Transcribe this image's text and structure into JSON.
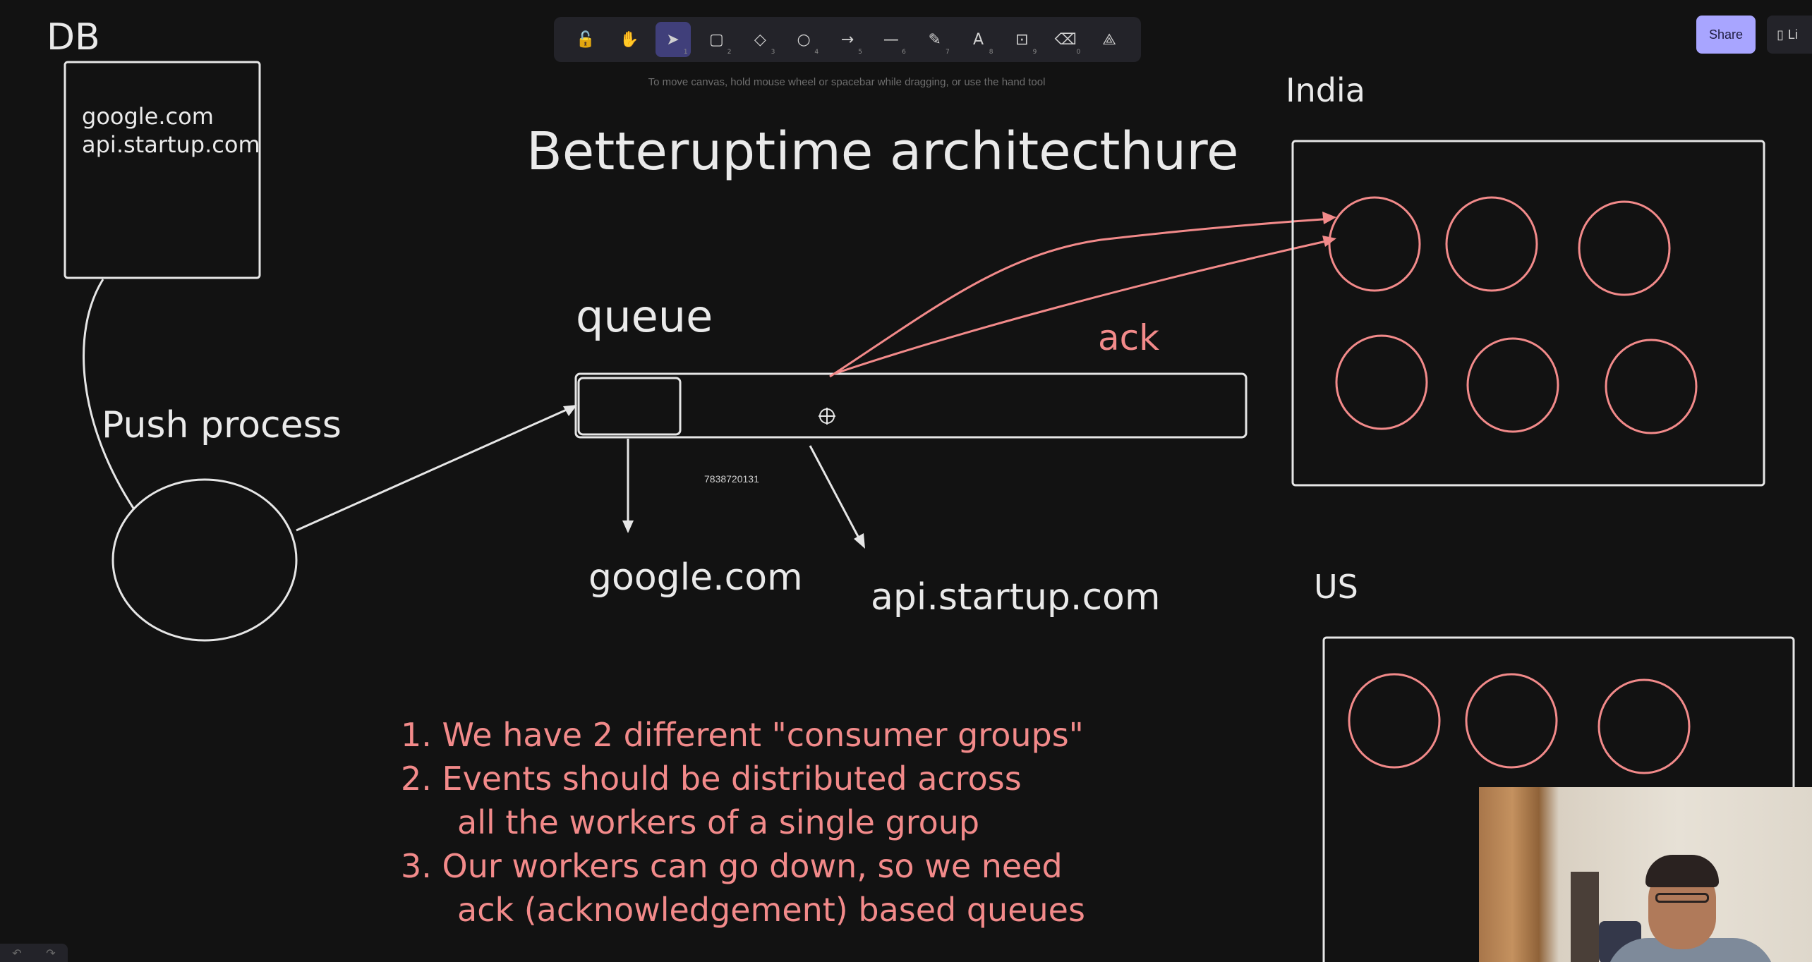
{
  "toolbar": {
    "tools": [
      {
        "name": "lock-tool",
        "glyph": "🔓",
        "key": ""
      },
      {
        "name": "hand-tool",
        "glyph": "✋",
        "key": ""
      },
      {
        "name": "selection-tool",
        "glyph": "➤",
        "key": "1",
        "active": true
      },
      {
        "name": "rectangle-tool",
        "glyph": "▢",
        "key": "2"
      },
      {
        "name": "diamond-tool",
        "glyph": "◇",
        "key": "3"
      },
      {
        "name": "ellipse-tool",
        "glyph": "○",
        "key": "4"
      },
      {
        "name": "arrow-tool",
        "glyph": "→",
        "key": "5"
      },
      {
        "name": "line-tool",
        "glyph": "—",
        "key": "6"
      },
      {
        "name": "draw-tool",
        "glyph": "✎",
        "key": "7"
      },
      {
        "name": "text-tool",
        "glyph": "A",
        "key": "8"
      },
      {
        "name": "image-tool",
        "glyph": "⊡",
        "key": "9"
      },
      {
        "name": "eraser-tool",
        "glyph": "⌫",
        "key": "0"
      },
      {
        "name": "more-tools",
        "glyph": "⟁",
        "key": ""
      }
    ],
    "hint": "To move canvas, hold mouse wheel or spacebar while dragging, or use the hand tool"
  },
  "header": {
    "share_label": "Share",
    "library_label": "Li"
  },
  "canvas": {
    "db_label": "DB",
    "db_entries": [
      "google.com",
      "api.startup.com"
    ],
    "title": "Betteruptime architecthure",
    "queue_label": "queue",
    "ack_label": "ack",
    "push_label": "Push process",
    "queue_item_id": "7838720131",
    "output_google": "google.com",
    "output_api": "api.startup.com",
    "india_label": "India",
    "us_label": "US",
    "notes": [
      "1. We have 2 different \"consumer groups\"",
      "2. Events should be distributed across",
      "all the workers of a single group",
      "3. Our workers can go down, so we need",
      "ack (acknowledgement) based queues"
    ]
  },
  "colors": {
    "background": "#121212",
    "stroke": "#e6e6e6",
    "accent_red": "#f28a8a",
    "share_bg": "#a8a5ff"
  },
  "footer": {
    "undo": "↶",
    "redo": "↷"
  }
}
